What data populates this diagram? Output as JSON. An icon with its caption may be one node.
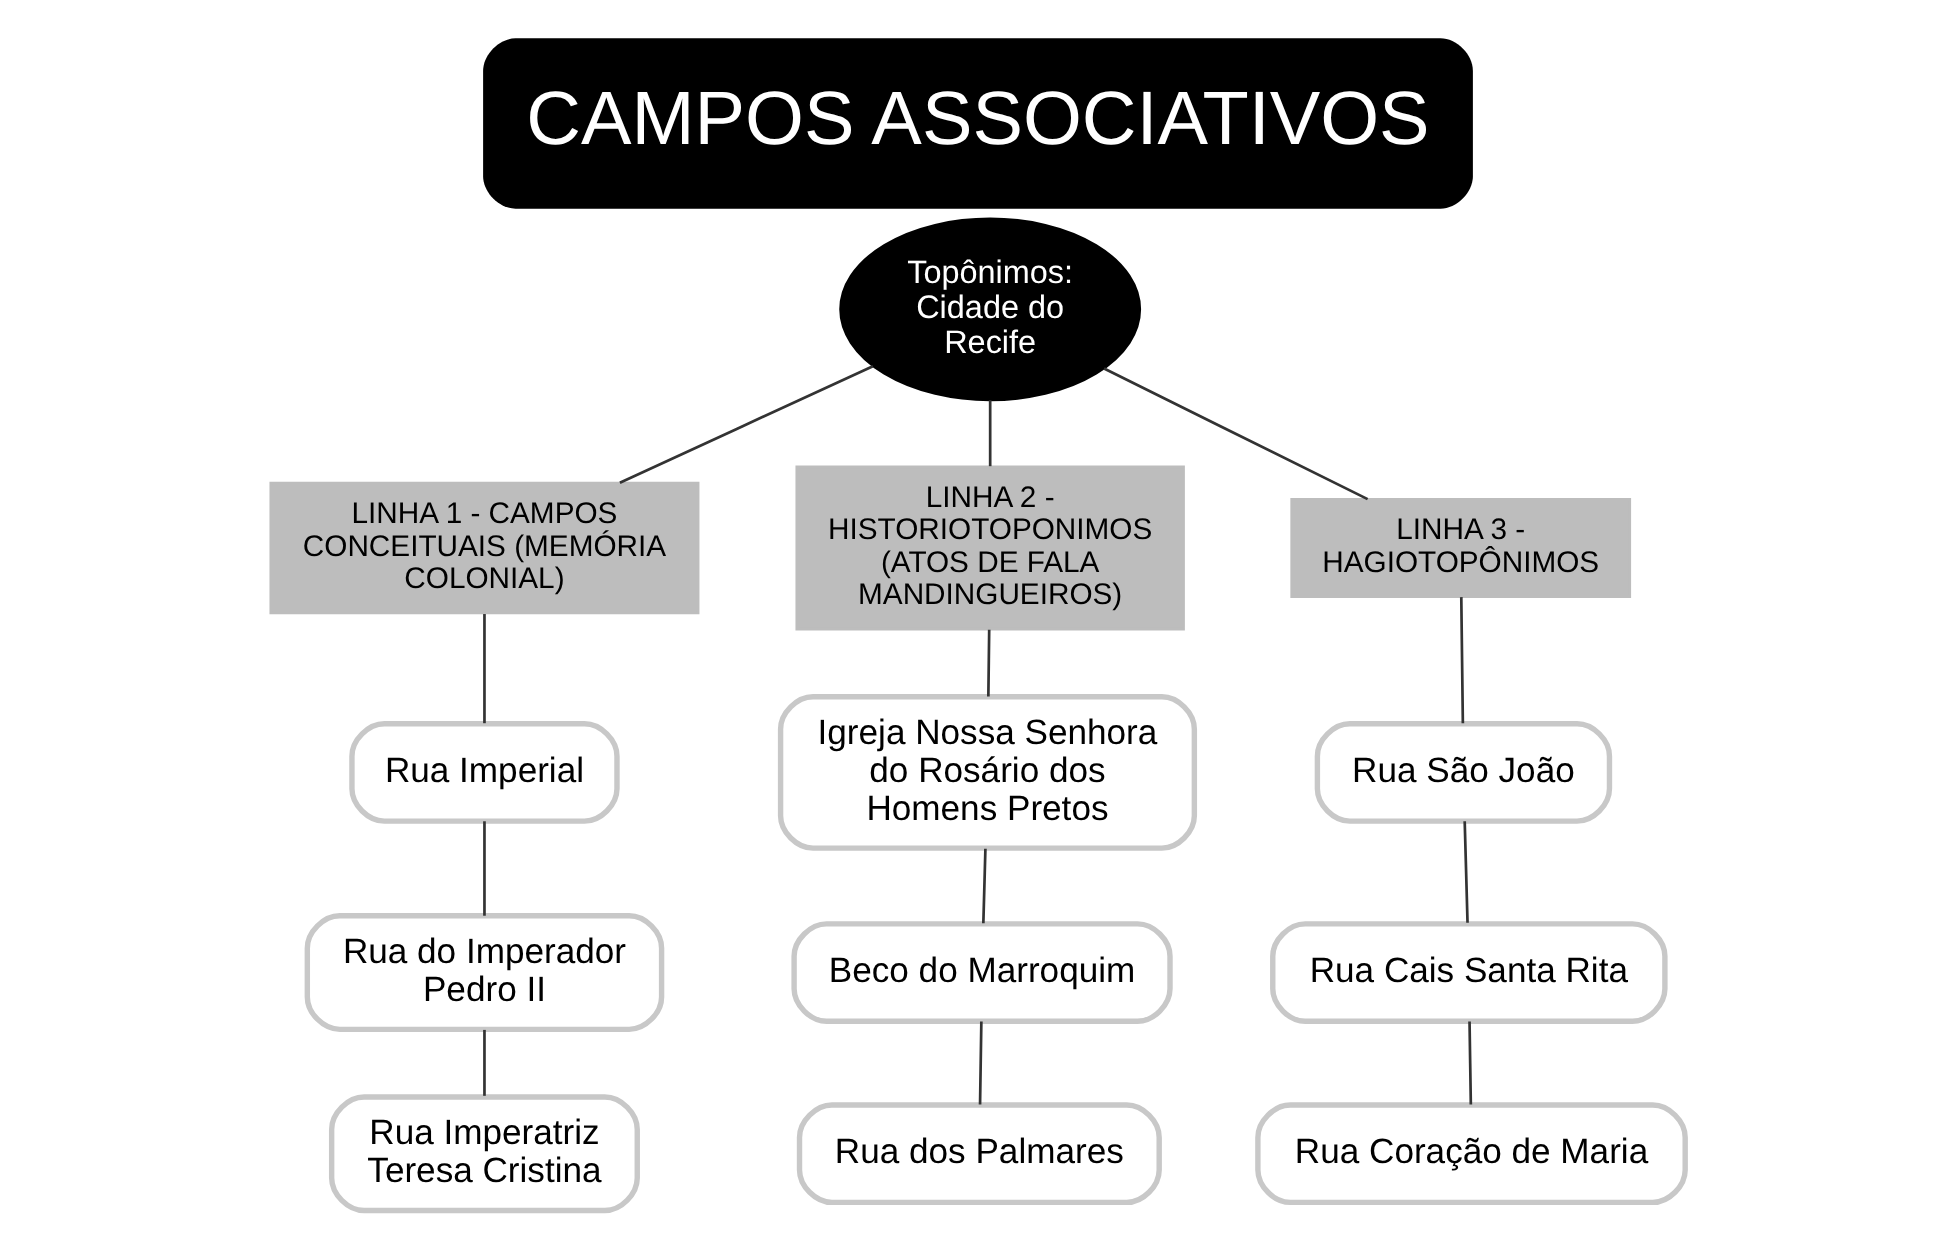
{
  "diagram": {
    "title": "CAMPOS ASSOCIATIVOS",
    "nodes": [
      {
        "text": [
          "Topônimos: Cidade do Recife"
        ]
      },
      {
        "text": [
          "LINHA 1 - CAMPOS CONCEITUAIS (MEMÓRIA COLONIAL)"
        ]
      },
      {
        "text": [
          "Rua Imperial"
        ]
      },
      {
        "text": [
          "Rua do Imperador Pedro II"
        ]
      },
      {
        "text": [
          "Rua Imperatriz Teresa Cristina"
        ]
      },
      {
        "text": [
          "LINHA 2 - HISTORIOTOPONIMOS (ATOS DE FALA MANDINGUEIROS)"
        ]
      },
      {
        "text": [
          "Igreja Nossa Senhora do Rosário dos Homens Pretos"
        ]
      },
      {
        "text": [
          "Beco do Marroquim"
        ]
      },
      {
        "text": [
          "Rua dos Palmares"
        ]
      },
      {
        "text": [
          "LINHA 3 - HAGIOTOPÔNIMOS"
        ]
      },
      {
        "text": [
          "Rua São João"
        ]
      },
      {
        "text": [
          "Rua Cais Santa Rita"
        ]
      },
      {
        "text": [
          "Rua Coração de Maria"
        ]
      }
    ],
    "edges": [
      {
        "from": 0,
        "to": 1,
        "arrow": "none"
      },
      {
        "from": 0,
        "to": 5,
        "arrow": "none"
      },
      {
        "from": 0,
        "to": 9,
        "arrow": "none"
      },
      {
        "from": 1,
        "to": 2,
        "arrow": "none"
      },
      {
        "from": 2,
        "to": 3,
        "arrow": "none"
      },
      {
        "from": 3,
        "to": 4,
        "arrow": "none"
      },
      {
        "from": 5,
        "to": 6,
        "arrow": "none"
      },
      {
        "from": 6,
        "to": 7,
        "arrow": "none"
      },
      {
        "from": 7,
        "to": 8,
        "arrow": "none"
      },
      {
        "from": 9,
        "to": 10,
        "arrow": "none"
      },
      {
        "from": 10,
        "to": 11,
        "arrow": "none"
      },
      {
        "from": 11,
        "to": 12,
        "arrow": "none"
      }
    ]
  }
}
